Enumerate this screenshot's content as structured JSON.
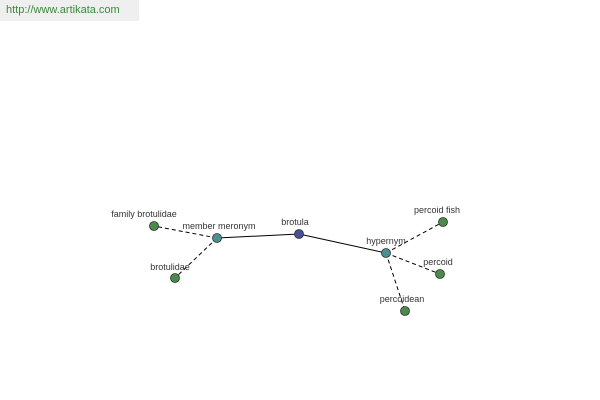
{
  "header": {
    "url": "http://www.artikata.com"
  },
  "graph": {
    "colors": {
      "center": "#4a4f99",
      "relation": "#4a9090",
      "leaf": "#4a8a4a",
      "node_stroke": "#2f2f2f",
      "edge": "#000000"
    },
    "nodes": [
      {
        "id": "brotula",
        "label": "brotula",
        "kind": "center"
      },
      {
        "id": "member-meronym",
        "label": "member meronym",
        "kind": "relation"
      },
      {
        "id": "hypernym",
        "label": "hypernym",
        "kind": "relation"
      },
      {
        "id": "family-brotulidae",
        "label": "family brotulidae",
        "kind": "leaf"
      },
      {
        "id": "brotulidae",
        "label": "brotulidae",
        "kind": "leaf"
      },
      {
        "id": "percoid-fish",
        "label": "percoid fish",
        "kind": "leaf"
      },
      {
        "id": "percoid",
        "label": "percoid",
        "kind": "leaf"
      },
      {
        "id": "percoidean",
        "label": "percoidean",
        "kind": "leaf"
      }
    ],
    "edges": [
      {
        "from": "brotula",
        "to": "member-meronym",
        "style": "solid"
      },
      {
        "from": "brotula",
        "to": "hypernym",
        "style": "solid"
      },
      {
        "from": "member-meronym",
        "to": "family-brotulidae",
        "style": "dashed"
      },
      {
        "from": "member-meronym",
        "to": "brotulidae",
        "style": "dashed"
      },
      {
        "from": "hypernym",
        "to": "percoid-fish",
        "style": "dashed"
      },
      {
        "from": "hypernym",
        "to": "percoid",
        "style": "dashed"
      },
      {
        "from": "hypernym",
        "to": "percoidean",
        "style": "dashed"
      }
    ]
  }
}
